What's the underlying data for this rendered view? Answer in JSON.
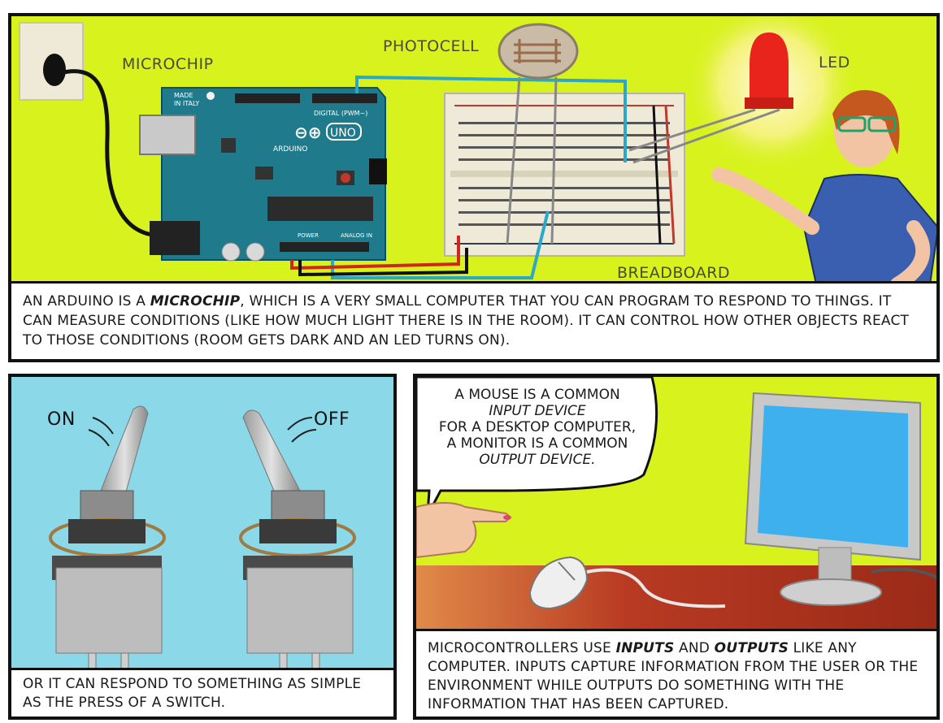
{
  "panel1": {
    "labels": {
      "microchip": "MICROCHIP",
      "photocell": "PHOTOCELL",
      "led": "LED",
      "breadboard": "BREADBOARD"
    },
    "board_text": {
      "made_in": "MADE",
      "italy": "IN ITALY",
      "uno": "UNO",
      "arduino": "ARDUINO",
      "digital": "DIGITAL (PWM~)",
      "power": "POWER",
      "analog": "ANALOG IN"
    },
    "caption": {
      "pre": "AN ARDUINO IS A ",
      "emph": "MICROCHIP",
      "post": ", WHICH IS A VERY SMALL COMPUTER THAT YOU CAN PROGRAM TO RESPOND TO THINGS. IT CAN MEASURE CONDITIONS (LIKE HOW MUCH LIGHT THERE IS IN THE ROOM). IT CAN CONTROL HOW OTHER OBJECTS REACT TO THOSE CONDITIONS (ROOM GETS DARK AND AN LED TURNS ON)."
    },
    "colors": {
      "background": "#d8f21e",
      "board": "#1f7a8c",
      "led": "#e8241c"
    }
  },
  "panel2": {
    "labels": {
      "on": "ON",
      "off": "OFF"
    },
    "caption": "OR IT CAN RESPOND TO SOMETHING AS SIMPLE AS THE PRESS OF A SWITCH.",
    "colors": {
      "background": "#8ad8e8"
    }
  },
  "panel3": {
    "bubble": {
      "line1": "A MOUSE IS A COMMON",
      "line2": "INPUT DEVICE",
      "line3": "FOR A DESKTOP COMPUTER,",
      "line4": "A MONITOR IS A COMMON",
      "line5": "OUTPUT DEVICE."
    },
    "caption": {
      "pre": "MICROCONTROLLERS USE ",
      "emph1": "INPUTS",
      "mid": " AND ",
      "emph2": "OUTPUTS",
      "post": " LIKE ANY COMPUTER. INPUTS CAPTURE INFORMATION FROM THE USER OR THE ENVIRONMENT WHILE OUTPUTS DO SOMETHING WITH THE INFORMATION THAT HAS BEEN CAPTURED."
    },
    "colors": {
      "background": "#d8f21e",
      "desk": "#b83a22",
      "screen": "#3fb0ee"
    }
  }
}
